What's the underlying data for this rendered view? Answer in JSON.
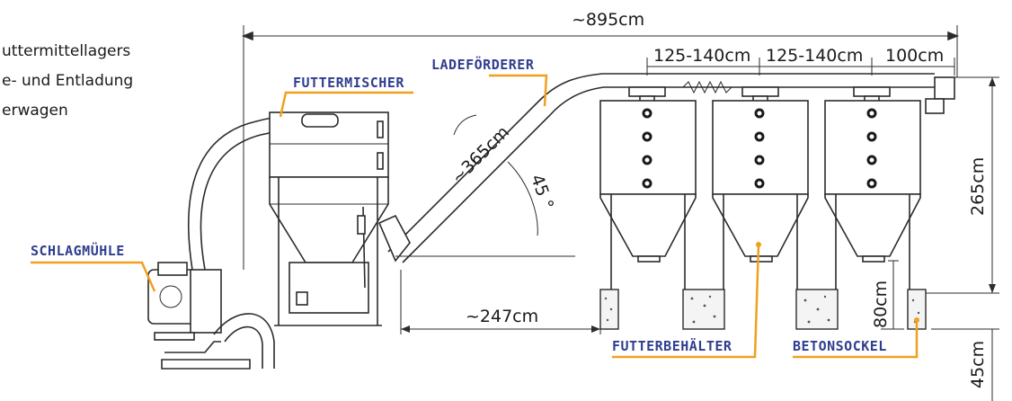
{
  "title_lines": [
    "uttermittellagers",
    "e- und Entladung",
    "erwagen"
  ],
  "callouts": {
    "futtermischer": "FUTTERMISCHER",
    "ladefoerderer": "LADEFÖRDERER",
    "schlagmuehle": "SCHLAGMÜHLE",
    "futterbehaelter": "FUTTERBEHÄLTER",
    "betonsockel": "BETONSOCKEL"
  },
  "dimensions": {
    "total_length": "~895cm",
    "spacing_1": "125-140cm",
    "spacing_2": "125-140cm",
    "spacing_3": "100cm",
    "conveyor_length": "~365cm",
    "angle": "45 °",
    "base_length": "~247cm",
    "height": "265cm",
    "pedestal_height": "80cm",
    "ground_clearance": "45cm"
  },
  "colors": {
    "callout_text": "#2f3e8f",
    "leader_line": "#f0a020",
    "line_art": "#2b2b2b"
  }
}
